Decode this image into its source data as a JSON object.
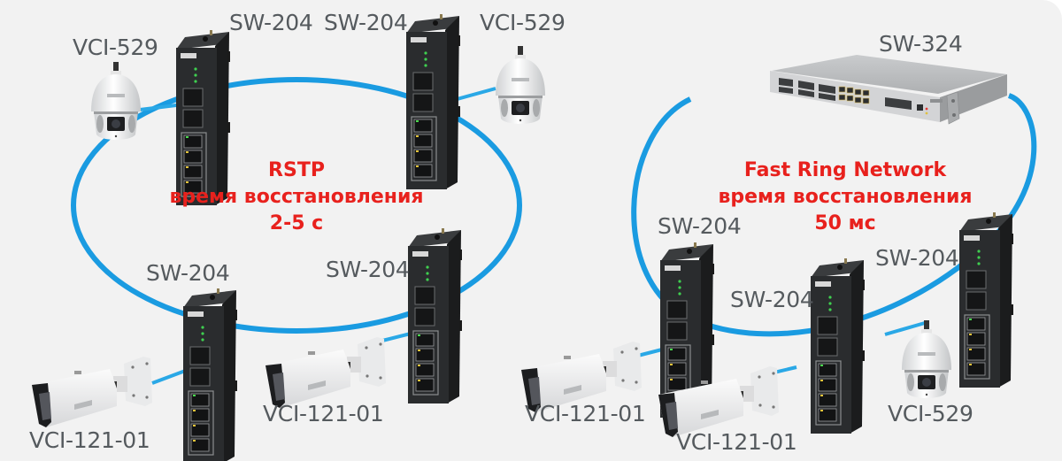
{
  "colors": {
    "background": "#f2f2f2",
    "ring": "#1a9be1",
    "link": "#2aa8e6",
    "label": "#555a5e",
    "note": "#e8211d",
    "switch_body": "#262829",
    "rack_body": "#b9bbbd"
  },
  "left_diagram": {
    "protocol": "RSTP",
    "recovery_label": "время восстановления",
    "recovery_time": "2-5 с",
    "devices": {
      "sw_top_left": "SW-204",
      "sw_top_right": "SW-204",
      "sw_bottom_left": "SW-204",
      "sw_bottom_right": "SW-204",
      "cam_dome_left": "VCI-529",
      "cam_dome_right": "VCI-529",
      "cam_bullet_left": "VCI-121-01",
      "cam_bullet_right": "VCI-121-01"
    }
  },
  "right_diagram": {
    "protocol": "Fast Ring Network",
    "recovery_label": "время восстановления",
    "recovery_time": "50 мс",
    "devices": {
      "sw_rack": "SW-324",
      "sw_left": "SW-204",
      "sw_middle": "SW-204",
      "sw_right": "SW-204",
      "cam_bullet_left": "VCI-121-01",
      "cam_bullet_middle": "VCI-121-01",
      "cam_dome": "VCI-529"
    }
  }
}
